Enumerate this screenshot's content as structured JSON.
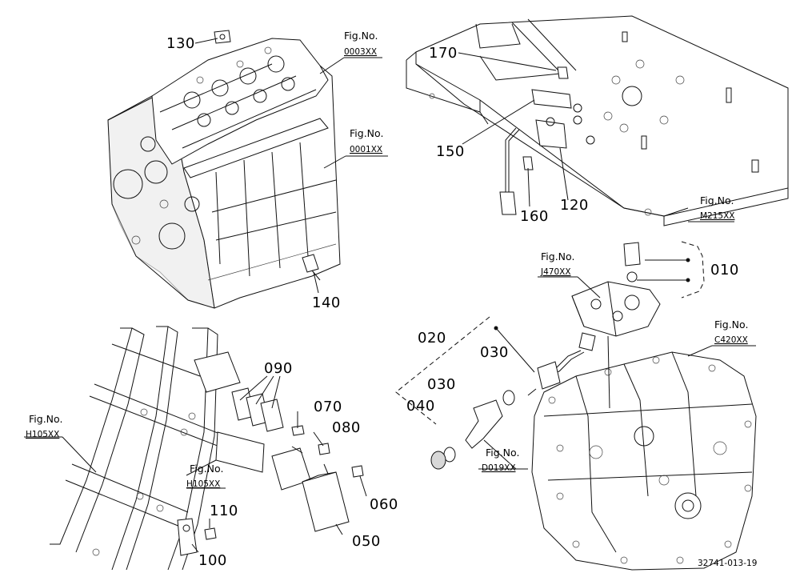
{
  "part_callouts": {
    "p010": "010",
    "p020": "020",
    "p030a": "030",
    "p030b": "030",
    "p040": "040",
    "p050": "050",
    "p060": "060",
    "p070": "070",
    "p080": "080",
    "p090": "090",
    "p100": "100",
    "p110": "110",
    "p120": "120",
    "p130": "130",
    "p140": "140",
    "p150": "150",
    "p160": "160",
    "p170": "170"
  },
  "figure_references": {
    "engine_head": {
      "label": "Fig.No.",
      "code": "0003XX"
    },
    "engine_block": {
      "label": "Fig.No.",
      "code": "0001XX"
    },
    "frame_plate": {
      "label": "Fig.No.",
      "code": "M215XX"
    },
    "valve_block": {
      "label": "Fig.No.",
      "code": "J470XX"
    },
    "transmission_case": {
      "label": "Fig.No.",
      "code": "C420XX"
    },
    "bracket": {
      "label": "Fig.No.",
      "code": "D019XX"
    },
    "chassis_left": {
      "label": "Fig.No.",
      "code": "H105XX"
    },
    "chassis_relay": {
      "label": "Fig.No.",
      "code": "H105XX"
    }
  },
  "drawing_id": "32741-013-19"
}
